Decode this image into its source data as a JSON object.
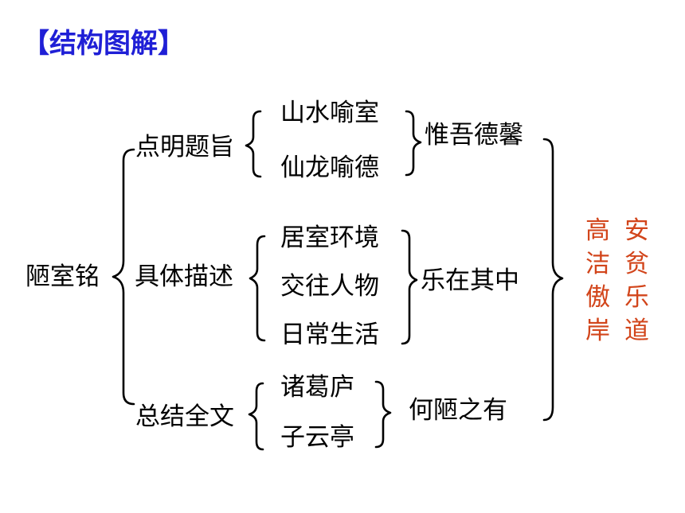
{
  "title": "【结构图解】",
  "root": "陋室铭",
  "sections": [
    {
      "heading": "点明题旨",
      "items": [
        "山水喻室",
        "仙龙喻德"
      ],
      "summary": "惟吾德馨"
    },
    {
      "heading": "具体描述",
      "items": [
        "居室环境",
        "交往人物",
        "日常生活"
      ],
      "summary": "乐在其中"
    },
    {
      "heading": "总结全文",
      "items": [
        "诸葛庐",
        "子云亭"
      ],
      "summary": "何陋之有"
    }
  ],
  "conclusion": {
    "column_left": [
      "高",
      "洁",
      "傲",
      "岸"
    ],
    "column_right": [
      "安",
      "贫",
      "乐",
      "道"
    ]
  },
  "colors": {
    "title": "#1f1fd6",
    "conclusion": "#d2451b",
    "text": "#000000"
  }
}
